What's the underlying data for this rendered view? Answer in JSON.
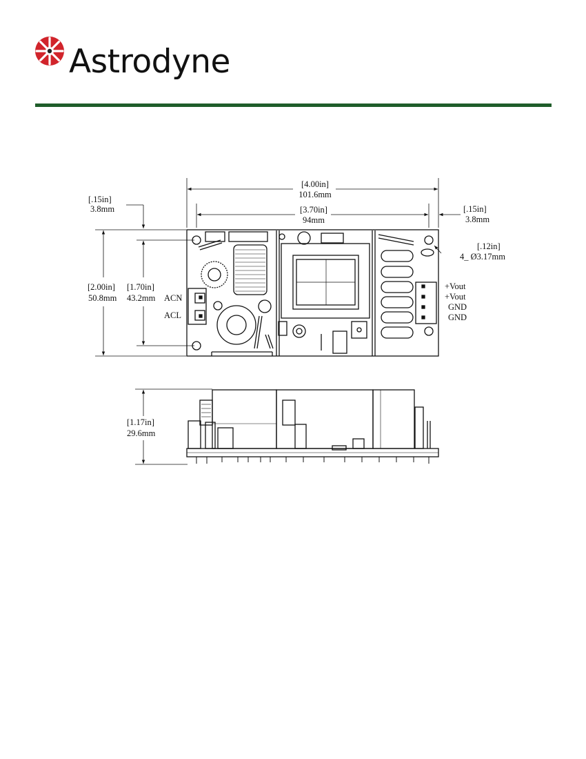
{
  "brand": {
    "name": "Astrodyne",
    "rule_color": "#1f5d2a",
    "logo_accent_color": "#d1242b"
  },
  "top_view": {
    "overall_width": {
      "in": "[4.00in]",
      "mm": "101.6mm"
    },
    "hole_spacing_width": {
      "in": "[3.70in]",
      "mm": "94mm"
    },
    "left_offset": {
      "in": "[.15in]",
      "mm": "3.8mm"
    },
    "right_offset": {
      "in": "[.15in]",
      "mm": "3.8mm"
    },
    "overall_height": {
      "in": "[2.00in]",
      "mm": "50.8mm"
    },
    "hole_spacing_height": {
      "in": "[1.70in]",
      "mm": "43.2mm"
    },
    "mounting_holes": {
      "in": "[.12in]",
      "mm": "4_ Ø3.17mm"
    },
    "input_pins": [
      "ACN",
      "ACL"
    ],
    "output_pins": [
      "+Vout",
      "+Vout",
      "GND",
      "GND"
    ]
  },
  "side_view": {
    "height": {
      "in": "[1.17in]",
      "mm": "29.6mm"
    }
  }
}
